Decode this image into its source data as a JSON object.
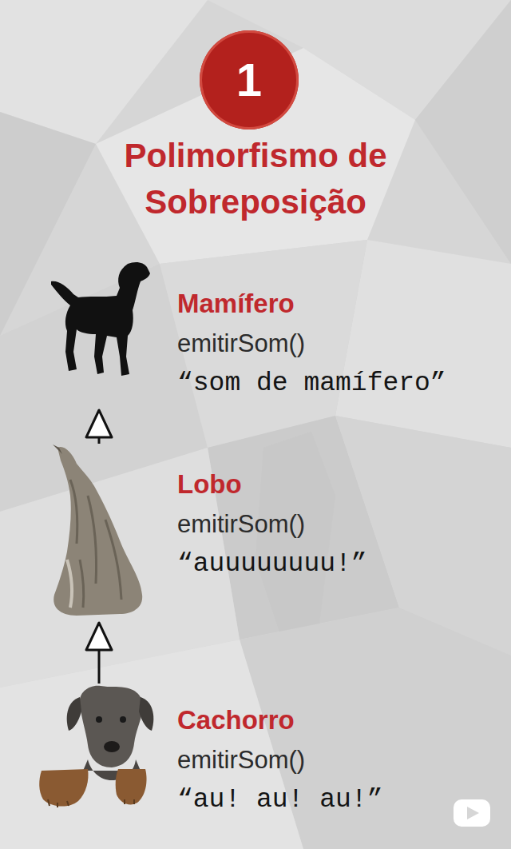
{
  "diagram": {
    "title": "Polimorfismo de Sobreposição",
    "nodes": [
      {
        "text": [
          "1"
        ]
      },
      {
        "text": [
          "Mamífero",
          "emitirSom()",
          "“som de mamífero”"
        ]
      },
      {
        "text": [
          "Lobo",
          "emitirSom()",
          "“auuuuuuuu!”"
        ]
      },
      {
        "text": [
          "Cachorro",
          "emitirSom()",
          "“au! au! au!”"
        ]
      }
    ],
    "edges": [
      {
        "from": 2,
        "to": 1,
        "arrow": "to"
      },
      {
        "from": 3,
        "to": 2,
        "arrow": "to"
      }
    ]
  }
}
